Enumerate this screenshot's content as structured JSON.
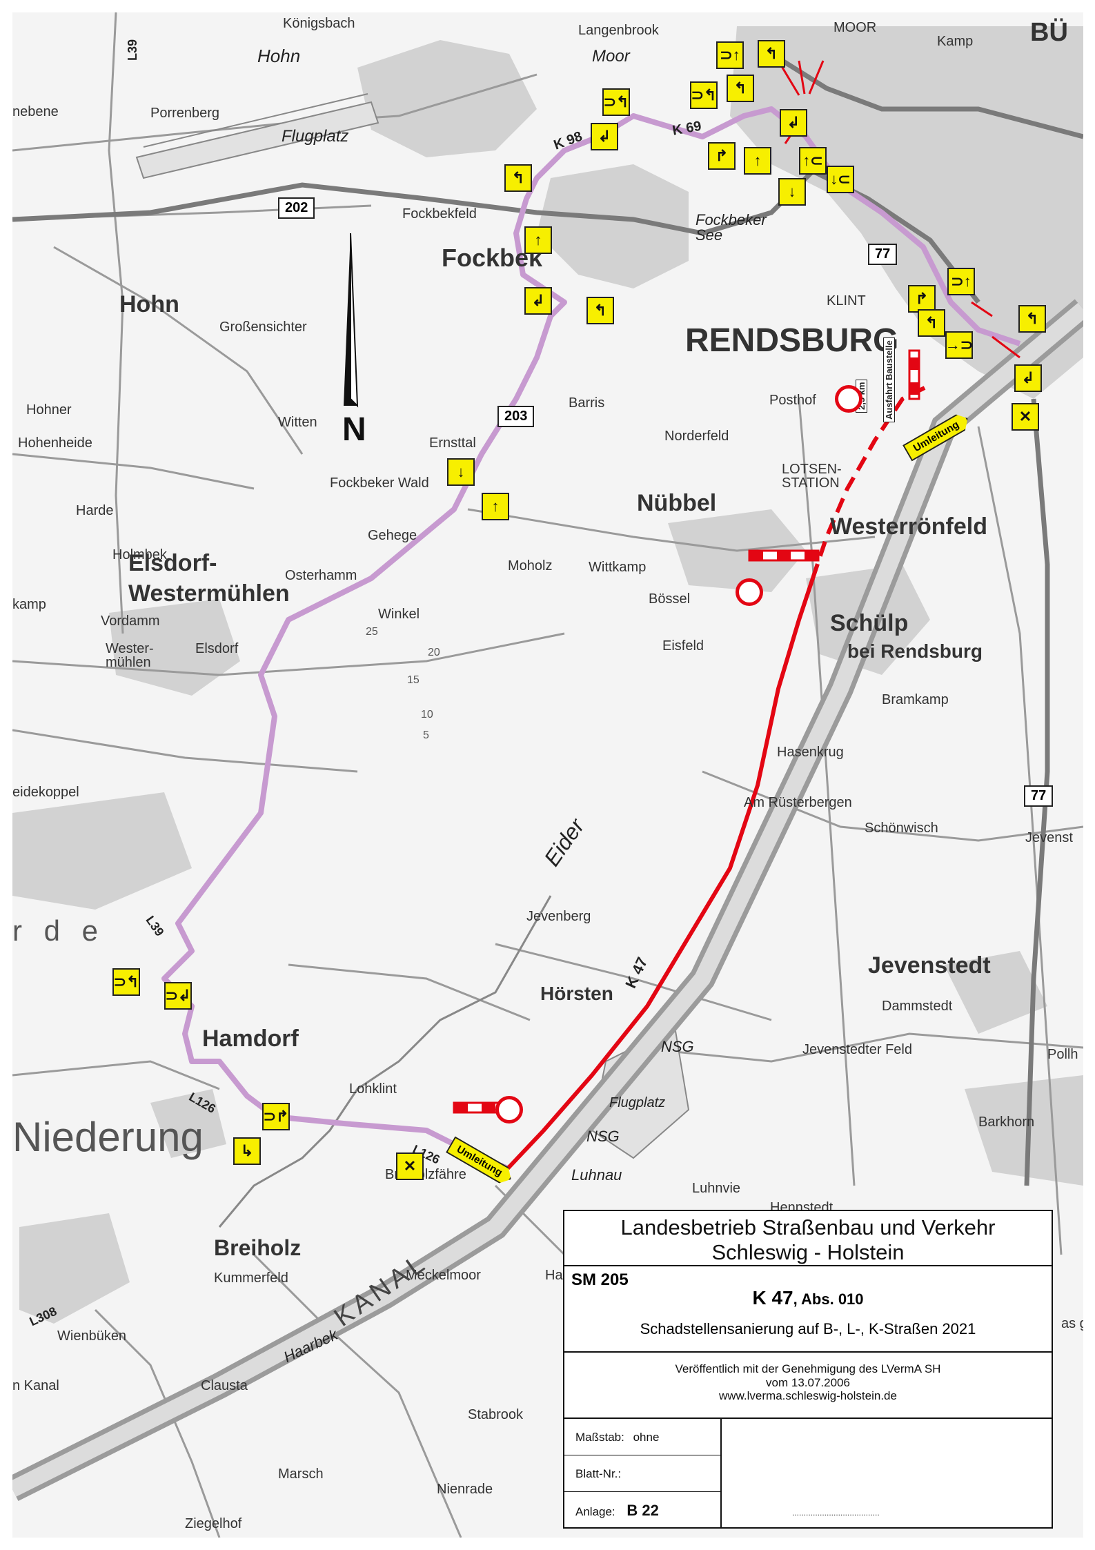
{
  "map": {
    "places": {
      "koenigsbach": "Königsbach",
      "hohn_top": "Hohn",
      "langenbrook": "Langenbrook",
      "moor": "Moor",
      "moor_caps": "MOOR",
      "kamp": "Kamp",
      "bue": "BÜ",
      "nebene": "nebene",
      "porrenberg": "Porrenberg",
      "flugplatz": "Flugplatz",
      "fockbekfeld": "Fockbekfeld",
      "fockbek": "Fockbek",
      "fockbeker_see": "Fockbeker See",
      "hohn": "Hohn",
      "grossensichter": "Großensichter",
      "klint": "KLINT",
      "rendsburg": "RENDSBURG",
      "hohner": "Hohner",
      "hohenheide": "Hohenheide",
      "witten": "Witten",
      "barris": "Barris",
      "posthof": "Posthof",
      "norderfeld": "Norderfeld",
      "ernsttal": "Ernsttal",
      "fockbeker_wald": "Fockbeker Wald",
      "harde": "Harde",
      "gehege": "Gehege",
      "nuebbel": "Nübbel",
      "lotsenstation": "LOTSEN-STATION",
      "westerroenfeld": "Westerrönfeld",
      "holmbek": "Holmbek",
      "elsdorf_westermuehlen": "Elsdorf-Westermühlen",
      "osterhamm": "Osterhamm",
      "moholz": "Moholz",
      "wittkamp": "Wittkamp",
      "boessel": "Bössel",
      "kamp_left": "kamp",
      "vordamm": "Vordamm",
      "winkel": "Winkel",
      "schuelp": "Schülp",
      "bei_rendsburg": "bei Rendsburg",
      "westermuehlen_small": "Wester-mühlen",
      "elsdorf": "Elsdorf",
      "eisfeld": "Eisfeld",
      "bramkamp": "Bramkamp",
      "hasenkrug": "Hasenkrug",
      "eidekoppel": "eidekoppel",
      "am_ruesterbergen": "Am Rüsterbergen",
      "schoenwisch": "Schönwisch",
      "jevenst": "Jevenst",
      "eider": "Eider",
      "rde": "r d e",
      "jevenberg": "Jevenberg",
      "jevenstedt": "Jevenstedt",
      "hoersten": "Hörsten",
      "dammstedt": "Dammstedt",
      "hamdorf": "Hamdorf",
      "jevenstedter_feld": "Jevenstedter Feld",
      "pollh": "Pollh",
      "nsg1": "NSG",
      "lohklint": "Lohklint",
      "niederung": "Niederung",
      "flugplatz2": "Flugplatz",
      "nsg2": "NSG",
      "barkhorn": "Barkhorn",
      "breiholzfaehre": "Breiholzfähre",
      "luhnau": "Luhnau",
      "luhnvie": "Luhnvie",
      "hennstedt": "Hennstedt",
      "breiholz": "Breiholz",
      "kummerfeld": "Kummerfeld",
      "meckelmoor": "Meckelmoor",
      "kanal": "KANAL",
      "wienbueken": "Wienbüken",
      "haarbek": "Haarbek",
      "n_kanal": "n Kanal",
      "clausta": "Clausta",
      "stabrook": "Stabrook",
      "marsch": "Marsch",
      "nienrade": "Nienrade",
      "ziegelhof": "Ziegelhof",
      "ha": "Ha",
      "asg": "as g"
    },
    "roads": {
      "l39_top": "L39",
      "b202": "202",
      "k98": "K 98",
      "k69": "K 69",
      "b77_top": "77",
      "b203": "203",
      "b77_right": "77",
      "l39": "L39",
      "k47": "K 47",
      "l126": "L126",
      "l126b": "L126",
      "l308": "L308"
    },
    "contours": [
      "25",
      "20",
      "15",
      "10",
      "5"
    ],
    "signs": {
      "umleitung1": "Umleitung",
      "umleitung2": "Umleitung",
      "distance": "2,5 km",
      "ausfahrt": "Ausfahrt Baustelle"
    },
    "colors": {
      "detour": "#c79ad0",
      "closure": "#e30613",
      "sign": "#f7ef00"
    }
  },
  "titleblock": {
    "org_line1": "Landesbetrieb Straßenbau und Verkehr",
    "org_line2": "Schleswig - Holstein",
    "code": "SM 205",
    "road": "K 47",
    "section": ", Abs. 010",
    "description": "Schadstellensanierung auf B-, L-, K-Straßen 2021",
    "license_line1": "Veröffentlich mit der Genehmigung des LVermA SH",
    "license_line2": "vom 13.07.2006",
    "license_line3": "www.lverma.schleswig-holstein.de",
    "scale_label": "Maßstab:",
    "scale_value": "ohne",
    "sheet_label": "Blatt-Nr.:",
    "sheet_value": "",
    "annex_label": "Anlage:",
    "annex_value": "B 22",
    "signature": "......................................"
  }
}
